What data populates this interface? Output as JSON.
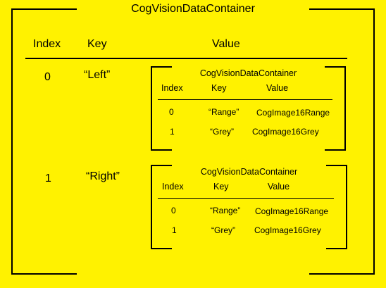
{
  "outer": {
    "title": "CogVisionDataContainer",
    "headers": {
      "index": "Index",
      "key": "Key",
      "value": "Value"
    },
    "rows": [
      {
        "index": "0",
        "key": "“Left”",
        "container": {
          "title": "CogVisionDataContainer",
          "headers": {
            "index": "Index",
            "key": "Key",
            "value": "Value"
          },
          "rows": [
            {
              "index": "0",
              "key": "“Range”",
              "value": "CogImage16Range"
            },
            {
              "index": "1",
              "key": "“Grey”",
              "value": "CogImage16Grey"
            }
          ]
        }
      },
      {
        "index": "1",
        "key": "“Right”",
        "container": {
          "title": "CogVisionDataContainer",
          "headers": {
            "index": "Index",
            "key": "Key",
            "value": "Value"
          },
          "rows": [
            {
              "index": "0",
              "key": "“Range”",
              "value": "CogImage16Range"
            },
            {
              "index": "1",
              "key": "“Grey”",
              "value": "CogImage16Grey"
            }
          ]
        }
      }
    ]
  }
}
